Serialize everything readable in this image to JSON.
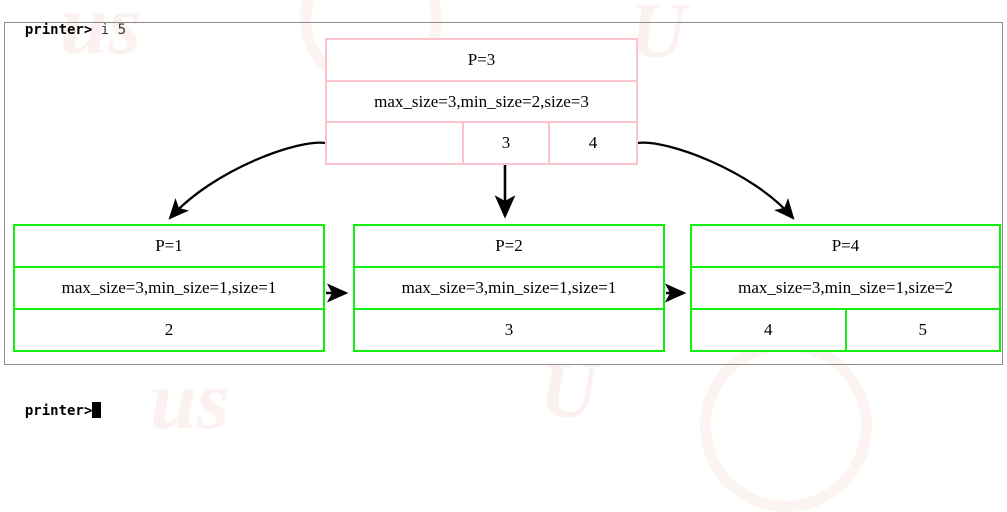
{
  "terminal": {
    "prompt_label": "printer>",
    "top_command": " i 5",
    "bottom_command": "",
    "cursor": "block-cursor"
  },
  "watermark": {
    "fragments": [
      "us",
      "U",
      "us",
      "U"
    ]
  },
  "tree": {
    "root": {
      "id_label": "P=3",
      "meta_label": "max_size=3,min_size=2,size=3",
      "border_color": "#fcc3cd",
      "cells": [
        "",
        "3",
        "4"
      ]
    },
    "leaves": [
      {
        "id_label": "P=1",
        "meta_label": "max_size=3,min_size=1,size=1",
        "border_color": "#11ee11",
        "cells": [
          "2"
        ]
      },
      {
        "id_label": "P=2",
        "meta_label": "max_size=3,min_size=1,size=1",
        "border_color": "#11ee11",
        "cells": [
          "3"
        ]
      },
      {
        "id_label": "P=4",
        "meta_label": "max_size=3,min_size=1,size=2",
        "border_color": "#11ee11",
        "cells": [
          "4",
          "5"
        ]
      }
    ]
  }
}
